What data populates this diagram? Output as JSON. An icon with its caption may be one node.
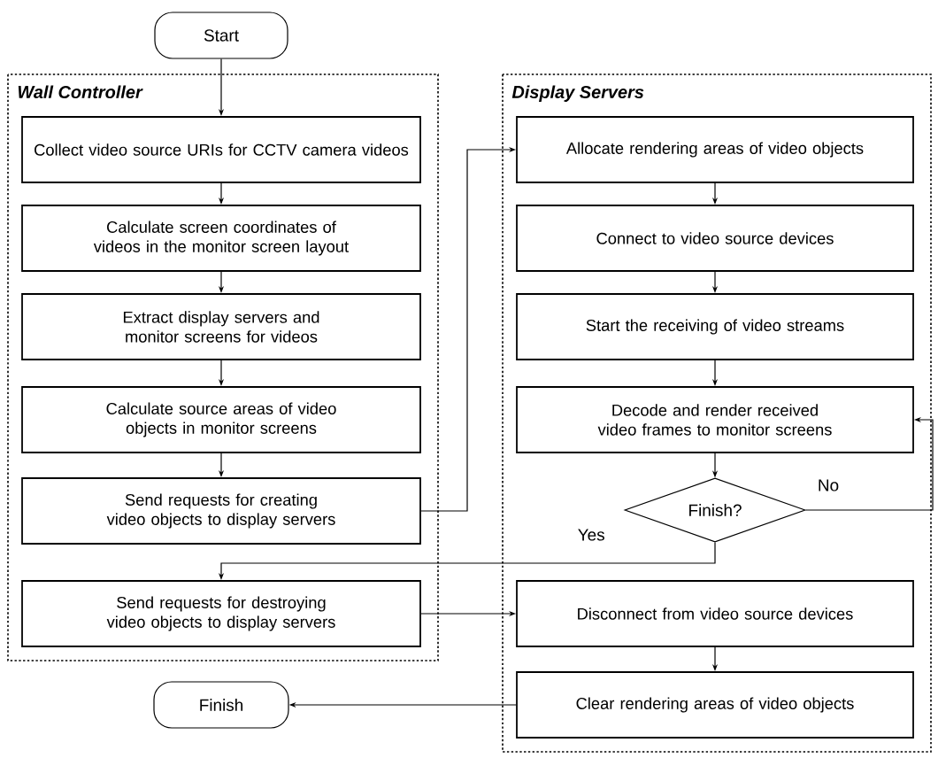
{
  "diagram": {
    "nodes": [
      {
        "text": [
          "Start"
        ]
      },
      {
        "text": [
          "Wall Controller"
        ]
      },
      {
        "text": [
          "Collect video source URIs for CCTV camera videos"
        ],
        "in": 1
      },
      {
        "text": [
          "Calculate screen coordinates of videos in the monitor screen layout"
        ],
        "in": 1
      },
      {
        "text": [
          "Extract display servers and monitor screens for videos"
        ],
        "in": 1
      },
      {
        "text": [
          "Calculate source areas of video objects in monitor screens"
        ],
        "in": 1
      },
      {
        "text": [
          "Send requests for creating video objects to display servers"
        ],
        "in": 1
      },
      {
        "text": [
          "Send requests for destroying video objects to display servers"
        ],
        "in": 1
      },
      {
        "text": [
          "Display Servers"
        ]
      },
      {
        "text": [
          "Allocate rendering areas of video objects"
        ],
        "in": 8
      },
      {
        "text": [
          "Connect to video source devices"
        ],
        "in": 8
      },
      {
        "text": [
          "Start the receiving of video streams"
        ],
        "in": 8
      },
      {
        "text": [
          "Decode and render received video frames to monitor screens"
        ],
        "in": 8
      },
      {
        "text": [
          "Finish?"
        ],
        "in": 8
      },
      {
        "text": [
          "Disconnect from video source devices"
        ],
        "in": 8
      },
      {
        "text": [
          "Clear rendering areas of video objects"
        ],
        "in": 8
      },
      {
        "text": [
          "Finish"
        ]
      }
    ],
    "edges": [
      {
        "from": 0,
        "to": 2,
        "arrow": "to"
      },
      {
        "from": 2,
        "to": 3,
        "arrow": "to"
      },
      {
        "from": 3,
        "to": 4,
        "arrow": "to"
      },
      {
        "from": 4,
        "to": 5,
        "arrow": "to"
      },
      {
        "from": 5,
        "to": 6,
        "arrow": "to"
      },
      {
        "from": 6,
        "to": 9,
        "arrow": "to"
      },
      {
        "from": 9,
        "to": 10,
        "arrow": "to"
      },
      {
        "from": 10,
        "to": 11,
        "arrow": "to"
      },
      {
        "from": 11,
        "to": 12,
        "arrow": "to"
      },
      {
        "from": 12,
        "to": 13,
        "arrow": "to"
      },
      {
        "from": 13,
        "to": 7,
        "arrow": "to",
        "label": "Yes"
      },
      {
        "from": 13,
        "to": 12,
        "arrow": "to",
        "label": "No"
      },
      {
        "from": 7,
        "to": 14,
        "arrow": "to"
      },
      {
        "from": 14,
        "to": 15,
        "arrow": "to"
      },
      {
        "from": 15,
        "to": 16,
        "arrow": "to"
      }
    ]
  }
}
